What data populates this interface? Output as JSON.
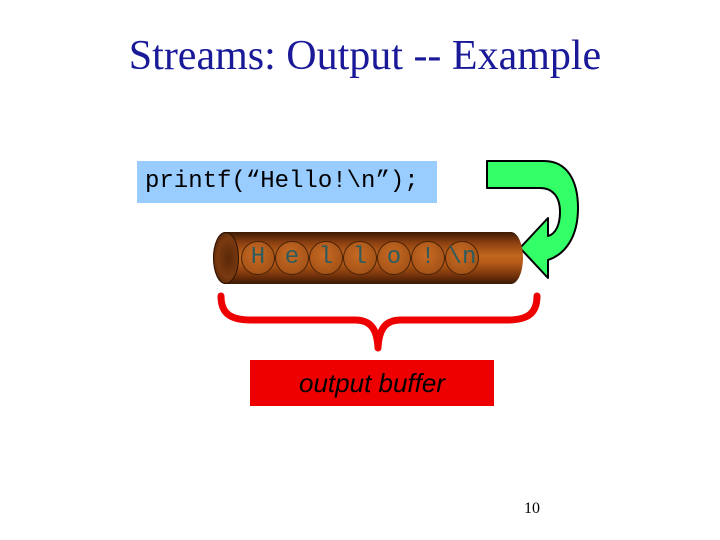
{
  "slide": {
    "title": "Streams: Output -- Example",
    "code": "printf(“Hello!\\n”);",
    "buffer_chars": [
      "H",
      "e",
      "l",
      "l",
      "o",
      "!",
      "\\n"
    ],
    "buffer_label": "output buffer",
    "page_number": "10"
  },
  "colors": {
    "title": "#1a1a99",
    "code_background": "#99ccff",
    "arrow": "#33ff66",
    "brace": "#ee0000",
    "buffer_label_background": "#ee0000",
    "pipe": "#b45a18"
  },
  "icons": {
    "arrow": "curved-return-arrow-icon",
    "brace": "curly-brace-icon"
  }
}
